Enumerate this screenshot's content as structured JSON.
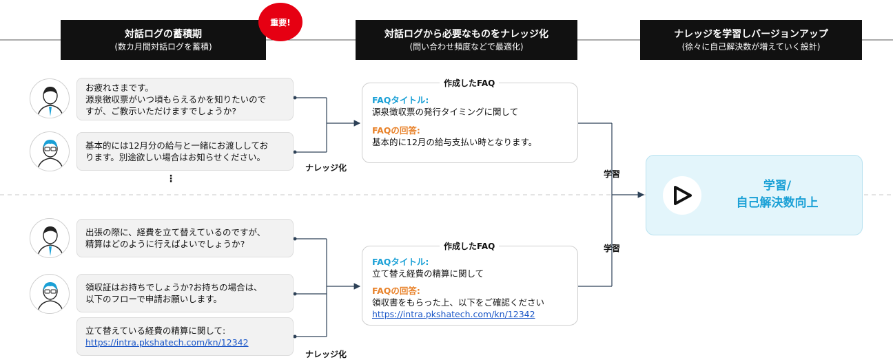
{
  "phases": [
    {
      "title": "対話ログの蓄積期",
      "subtitle": "(数カ月間対話ログを蓄積)"
    },
    {
      "title": "対話ログから必要なものをナレッジ化",
      "subtitle": "(問い合わせ頻度などで最適化)"
    },
    {
      "title": "ナレッジを学習しバージョンアップ",
      "subtitle": "(徐々に自己解決数が増えていく設計)"
    }
  ],
  "badge": "重要!",
  "upper": {
    "bubbles": [
      {
        "lines": [
          "お疲れさまです。",
          "源泉徴収票がいつ頃もらえるかを知りたいので",
          "すが、ご教示いただけますでしょうか?"
        ]
      },
      {
        "lines": [
          "基本的には12月分の給与と一緒にお渡ししてお",
          "ります。別途欲しい場合はお知らせください。"
        ]
      }
    ],
    "ellipsis": "⋮",
    "knowledge_label": "ナレッジ化",
    "faq": {
      "caption": "作成したFAQ",
      "title_label": "FAQタイトル:",
      "title": "源泉徴収票の発行タイミングに関して",
      "answer_label": "FAQの回答:",
      "answer": "基本的に12月の給与支払い時となります。"
    },
    "learn_label": "学習"
  },
  "lower": {
    "bubbles": [
      {
        "lines": [
          "出張の際に、経費を立て替えているのですが、",
          "精算はどのように行えばよいでしょうか?"
        ]
      },
      {
        "lines": [
          "領収証はお持ちでしょうか?お持ちの場合は、",
          "以下のフローで申請お願いします。"
        ]
      },
      {
        "lines": [
          "立て替えている経費の精算に関して:"
        ],
        "link": "https://intra.pkshatech.com/kn/12342"
      }
    ],
    "knowledge_label": "ナレッジ化",
    "faq": {
      "caption": "作成したFAQ",
      "title_label": "FAQタイトル:",
      "title": "立て替え経費の精算に関して",
      "answer_label": "FAQの回答:",
      "answer": "領収書をもらった上、以下をご確認ください",
      "link": "https://intra.pkshatech.com/kn/12342"
    },
    "learn_label": "学習"
  },
  "result": {
    "lines": [
      "学習/",
      "自己解決数向上"
    ]
  },
  "colors": {
    "accent": "#1aa0d6",
    "answer": "#e8822a",
    "badge": "#e60012",
    "link": "#1a56c7",
    "connector": "#2d4157",
    "result_bg": "#e3f5fb"
  },
  "icons": [
    "person-icon",
    "person-icon",
    "person-icon",
    "person-icon",
    "play-logo-icon"
  ]
}
